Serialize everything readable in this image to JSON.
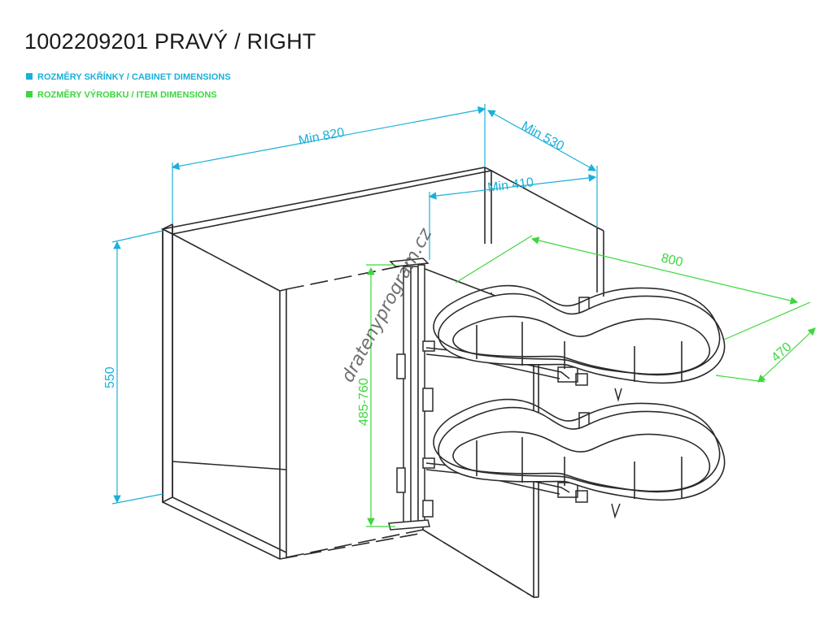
{
  "title": "1002209201 PRAVÝ / RIGHT",
  "colors": {
    "cabinet": "#1ab0d8",
    "item": "#3ed63e",
    "line": "#2a2a2a",
    "watermark": "#555555"
  },
  "legend": [
    {
      "label": "ROZMĚRY SKŘÍNKY / CABINET DIMENSIONS",
      "color": "#1ab0d8"
    },
    {
      "label": "ROZMĚRY VÝROBKU / ITEM DIMENSIONS",
      "color": "#3ed63e"
    }
  ],
  "dimensions": {
    "cabinet_width": "Min 820",
    "cabinet_depth": "Min 530",
    "door_width": "Min 410",
    "cabinet_height": "550",
    "basket_width": "800",
    "basket_depth": "470",
    "height_range": "485-760"
  },
  "watermark": "dratenyprogram.cz",
  "icons": {
    "legend_swatch": "square-swatch-icon"
  }
}
